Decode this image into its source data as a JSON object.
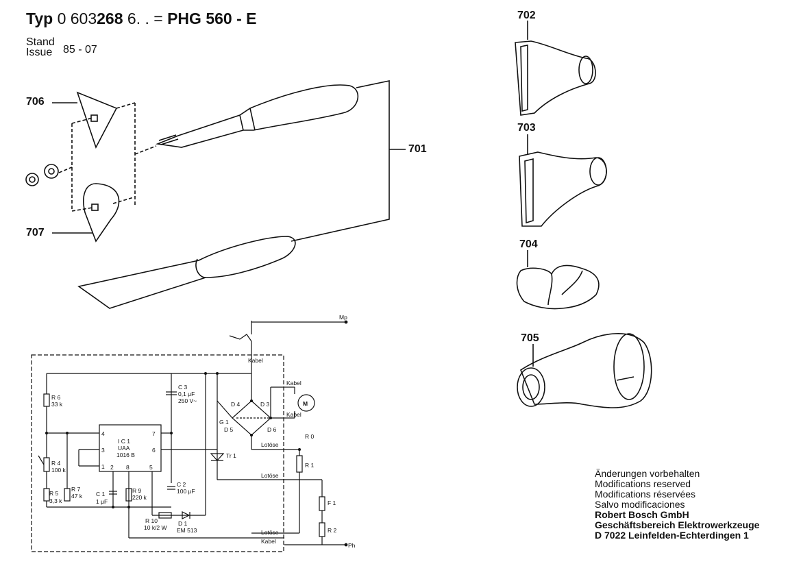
{
  "header": {
    "typ_label": "Typ",
    "typ_number_a": "0 603",
    "typ_number_b": "268",
    "typ_number_c": "6. .",
    "equals": "=",
    "model": "PHG 560 - E",
    "stand_label": "Stand",
    "issue_label": "Issue",
    "issue_value": "85 - 07"
  },
  "parts": {
    "p701": "701",
    "p702": "702",
    "p703": "703",
    "p704": "704",
    "p705": "705",
    "p706": "706",
    "p707": "707"
  },
  "schematic": {
    "mp": "Mp",
    "ph": "Ph",
    "kabel": "Kabel",
    "lotose": "Lotöse",
    "r6": "R 6",
    "r6v": "33 k",
    "r4": "R 4",
    "r4v": "100 k",
    "r5": "R 5",
    "r5v": "3,3 k",
    "r7": "R 7",
    "r7v": "47 k",
    "c1": "C 1",
    "c1v": "1 μF",
    "r9": "R 9",
    "r9v": "220 k",
    "c2": "C 2",
    "c2v": "100 μF",
    "c3": "C 3",
    "c3v": "0,1 μF",
    "c3v2": "250 V~",
    "ic": "I C 1",
    "ic_type": "UAA",
    "ic_num": "1016 B",
    "r10": "R 10",
    "r10v": "10 k/2 W",
    "d1": "D 1",
    "d1v": "EM 513",
    "tr1": "Tr 1",
    "g1": "G 1",
    "d3": "D 3",
    "d4": "D 4",
    "d5": "D 5",
    "d6": "D 6",
    "motor": "M",
    "r0": "R 0",
    "r1": "R 1",
    "r2": "R 2",
    "f1": "F 1",
    "pin1": "1",
    "pin2": "2",
    "pin3": "3",
    "pin4": "4",
    "pin5": "5",
    "pin6": "6",
    "pin7": "7",
    "pin8": "8"
  },
  "notes": {
    "line1": "Änderungen vorbehalten",
    "line2": "Modifications reserved",
    "line3": "Modifications réservées",
    "line4": "Salvo modificaciones",
    "company": "Robert Bosch GmbH",
    "division": "Geschäftsbereich Elektrowerkzeuge",
    "address": "D 7022 Leinfelden-Echterdingen 1"
  }
}
